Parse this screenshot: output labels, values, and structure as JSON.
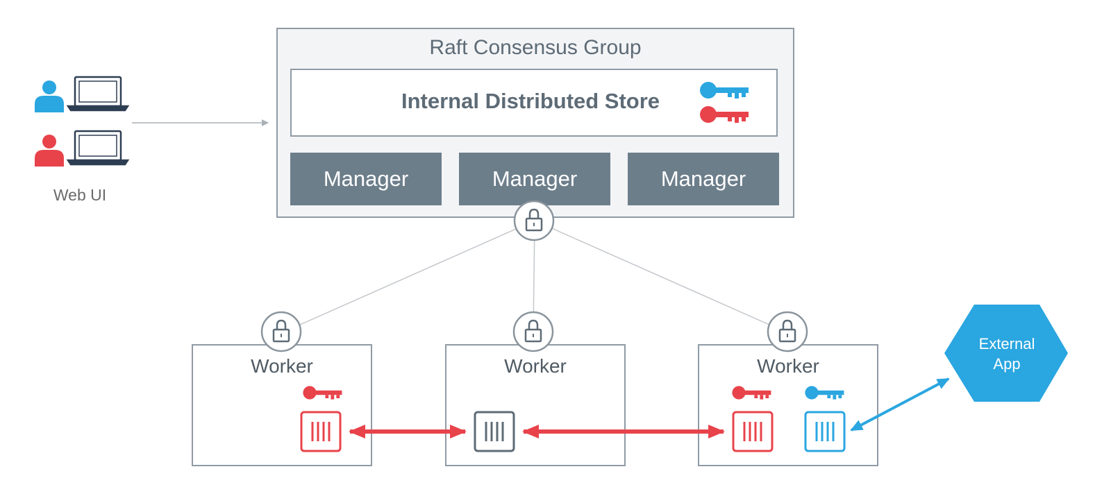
{
  "raft_group": {
    "title": "Raft Consensus Group"
  },
  "store": {
    "label": "Internal Distributed Store"
  },
  "managers": [
    {
      "label": "Manager"
    },
    {
      "label": "Manager"
    },
    {
      "label": "Manager"
    }
  ],
  "workers": [
    {
      "label": "Worker"
    },
    {
      "label": "Worker"
    },
    {
      "label": "Worker"
    }
  ],
  "web_ui": {
    "label": "Web UI"
  },
  "external_app": {
    "line1": "External",
    "line2": "App"
  },
  "colors": {
    "blue": "#2aa6e0",
    "red": "#e8434b",
    "gray_box": "#6d7e8b",
    "gray_icon": "#5d6b76",
    "border": "#8f9aa4"
  }
}
